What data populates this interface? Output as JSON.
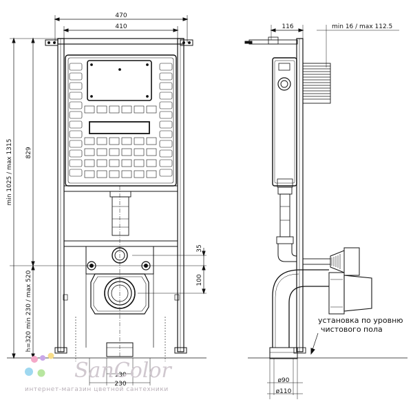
{
  "front_view": {
    "dims": {
      "outer_width": "470",
      "inner_width": "410",
      "height_range": "min 1025 / max 1315",
      "frame_height": "829",
      "flush_range": "h=320 min 230 / max 520",
      "drain_offset_a": "35",
      "drain_offset_b": "100",
      "bottom_inner": "130",
      "bottom_outer": "230"
    }
  },
  "side_view": {
    "dims": {
      "depth": "116",
      "wall_offset": "min 16 / max 112.5",
      "pipe_inner": "ø90",
      "pipe_outer": "ø110"
    },
    "annotation_line1": "установка по уровню",
    "annotation_line2": "чистового пола"
  },
  "brand": {
    "name": "SanColor",
    "tagline": "интернет-магазин цветной сантехники",
    "dot_colors": [
      "#f4a8c8",
      "#c9a7e8",
      "#f7dd8a",
      "#9fd8f0",
      "#b8e6a0"
    ]
  }
}
